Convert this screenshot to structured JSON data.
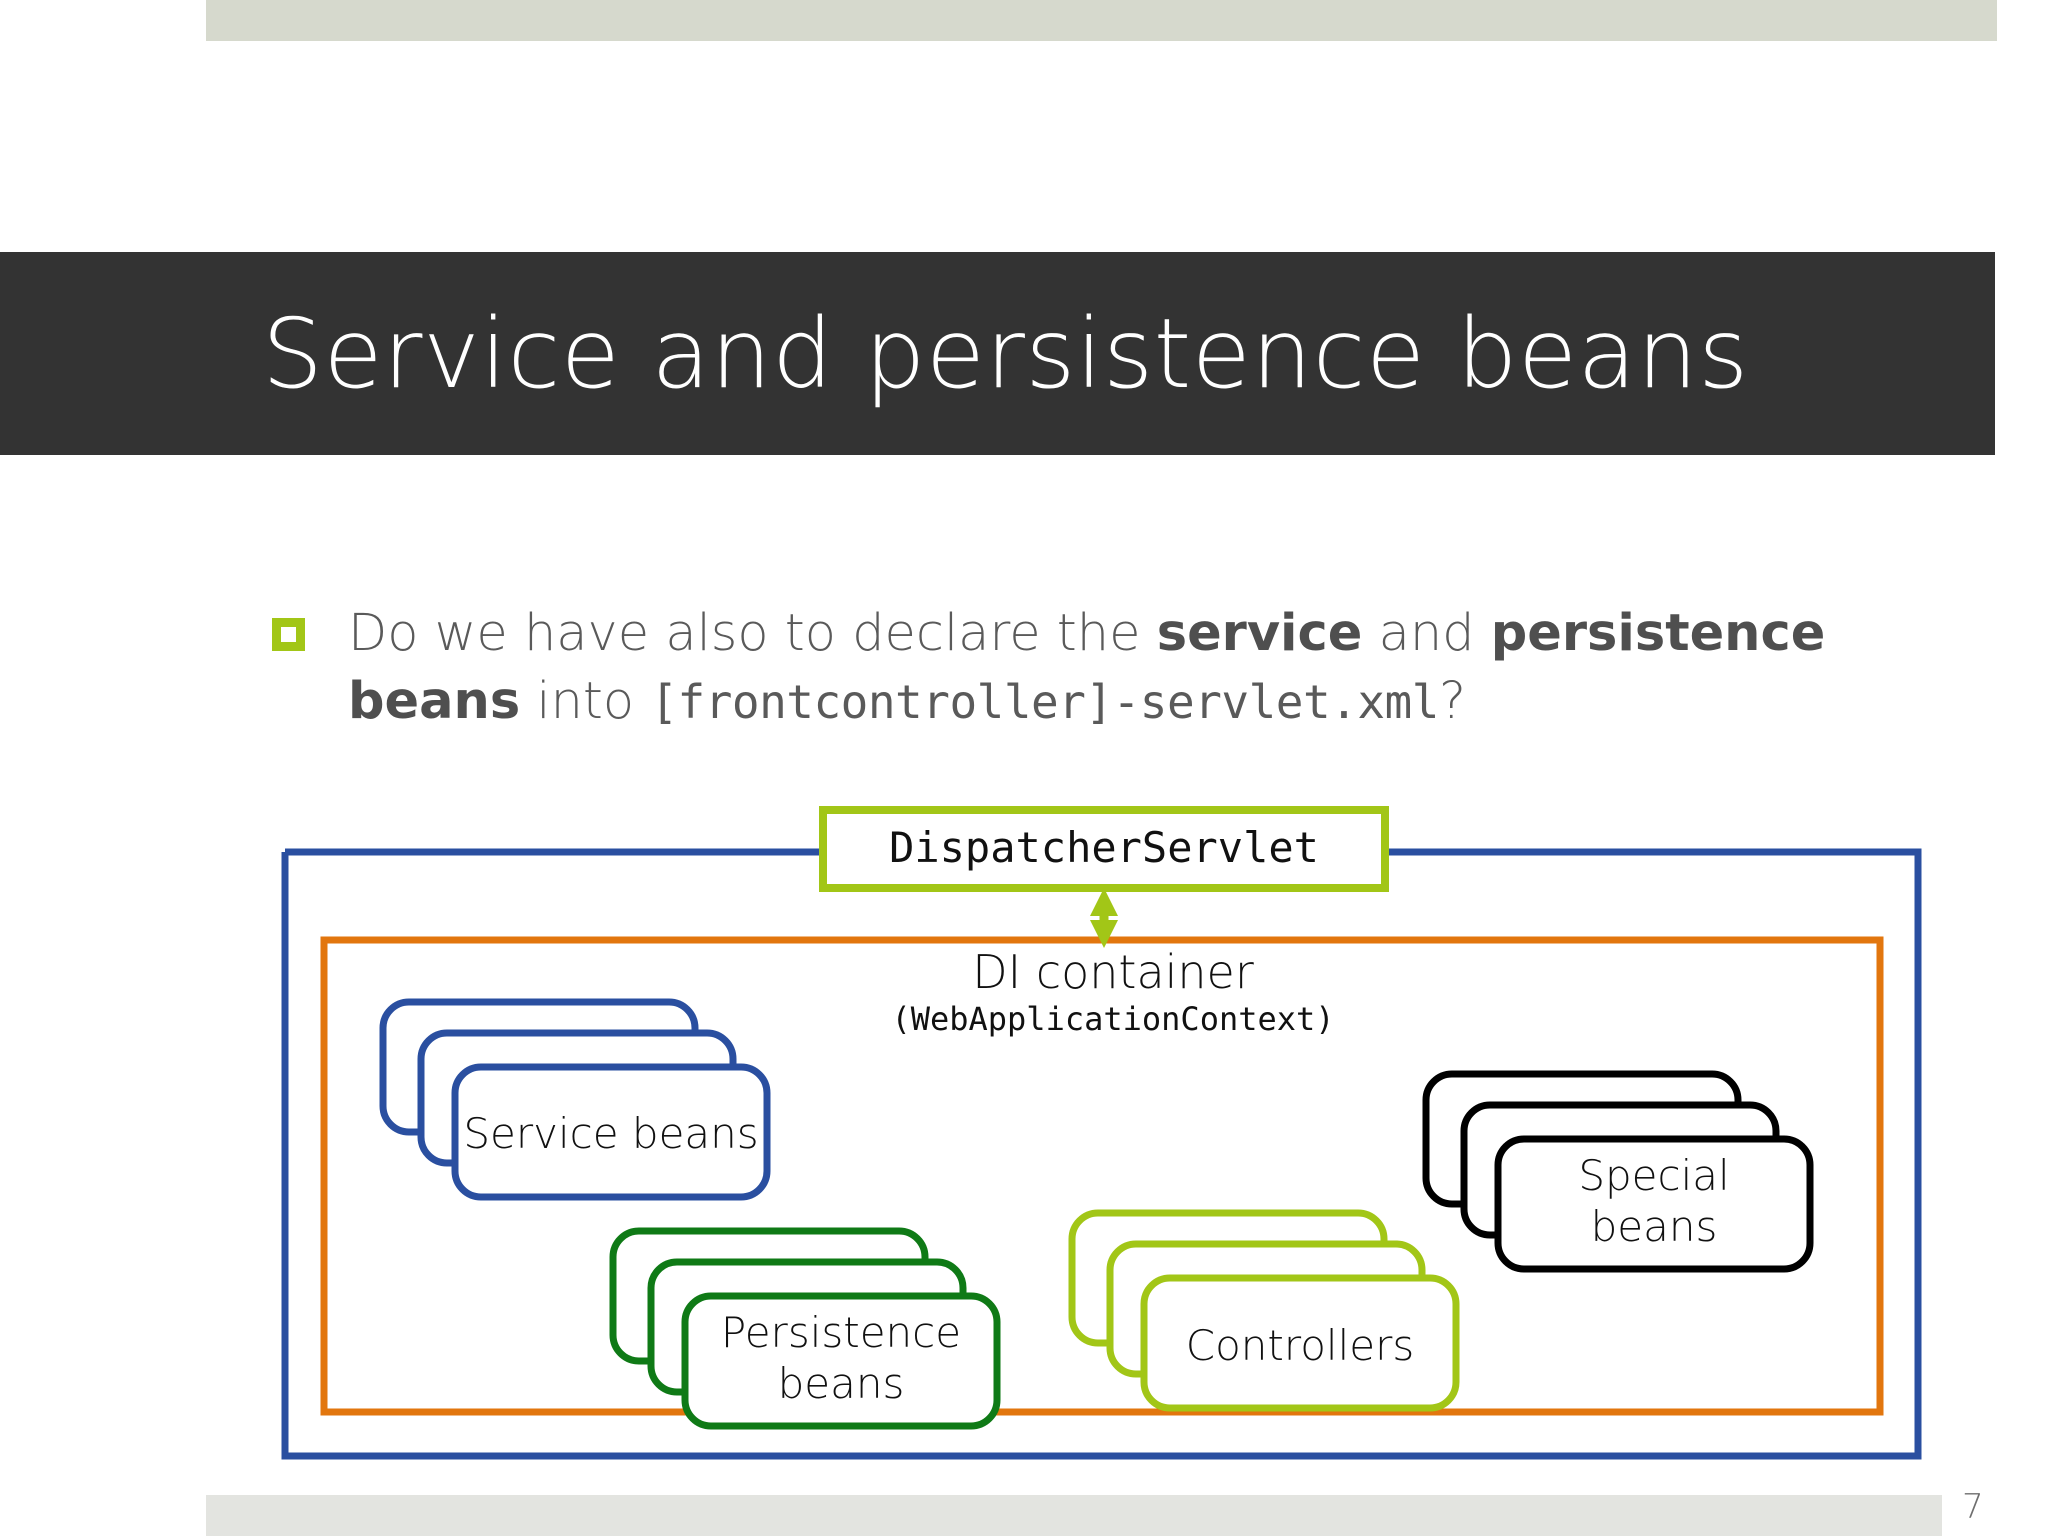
{
  "slide": {
    "title": "Service and persistence beans",
    "page_number": "7",
    "colors": {
      "title_band": "#333333",
      "bullet_marker": "#a2c617",
      "top_bar": "#d6d9cd",
      "bottom_bar": "#e3e4e0",
      "blue": "#2a4fa0",
      "orange": "#e2760e",
      "lime": "#a2c617",
      "dark_green": "#0f7a16",
      "black": "#000000",
      "body_text": "#5a5a5a"
    },
    "bullet": {
      "marker": "square-bullet-icon",
      "parts": [
        {
          "text": "Do we have also to declare the ",
          "style": "normal"
        },
        {
          "text": "service",
          "style": "bold"
        },
        {
          "text": " and ",
          "style": "normal"
        },
        {
          "text": "persistence beans",
          "style": "bold"
        },
        {
          "text": " into ",
          "style": "normal"
        },
        {
          "text": "[frontcontroller]-servlet.xml",
          "style": "mono"
        },
        {
          "text": "?",
          "style": "normal"
        }
      ],
      "full_text": "Do we have also to declare the service and persistence beans into [frontcontroller]-servlet.xml?"
    }
  },
  "diagram": {
    "dispatcher_servlet": "DispatcherServlet",
    "di_container_title": "DI container",
    "di_container_subtitle": "(WebApplicationContext)",
    "arrow": "double-headed-vertical-arrow-icon",
    "bean_stacks": [
      {
        "id": "service-beans",
        "label_lines": [
          "Service beans"
        ],
        "color": "#2a4fa0",
        "count": 3
      },
      {
        "id": "persistence-beans",
        "label_lines": [
          "Persistence",
          "beans"
        ],
        "color": "#0f7a16",
        "count": 3
      },
      {
        "id": "controllers",
        "label_lines": [
          "Controllers"
        ],
        "color": "#a2c617",
        "count": 3
      },
      {
        "id": "special-beans",
        "label_lines": [
          "Special",
          "beans"
        ],
        "color": "#000000",
        "count": 3
      }
    ],
    "outer_box": {
      "name": "web-application-boundary",
      "color": "#2a4fa0"
    },
    "inner_box": {
      "name": "di-container-boundary",
      "color": "#e2760e"
    }
  }
}
